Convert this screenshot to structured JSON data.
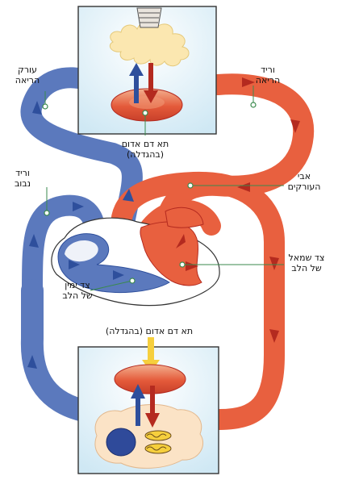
{
  "labels": {
    "pulmonary_artery": [
      "עורק",
      "הריאה"
    ],
    "pulmonary_vein": [
      "וריד",
      "הריאה"
    ],
    "red_cell_top": [
      "תא דם אדום",
      "(בהגדלה)"
    ],
    "vena_cava": [
      "וריד",
      "נבוב"
    ],
    "aorta": [
      "אבי",
      "העורקים"
    ],
    "left_heart": [
      "צד שמאל",
      "של הלב"
    ],
    "right_heart": [
      "צד ימין",
      "של הלב"
    ],
    "red_cell_bottom": "תא דם אדום (בהגדלה)"
  },
  "colors": {
    "oxygenated": "#e8603f",
    "deoxygenated": "#5b79bd",
    "arrow_red": "#b42a1f",
    "arrow_blue": "#2e4f9c",
    "panel_bg": "#dff0f8",
    "yellow_arrow": "#f6cf3d"
  },
  "icons": [
    "lung-alveoli-icon",
    "red-blood-cell-icon",
    "body-tissue-cell-icon",
    "mitochondria-icon",
    "nucleus-icon"
  ]
}
